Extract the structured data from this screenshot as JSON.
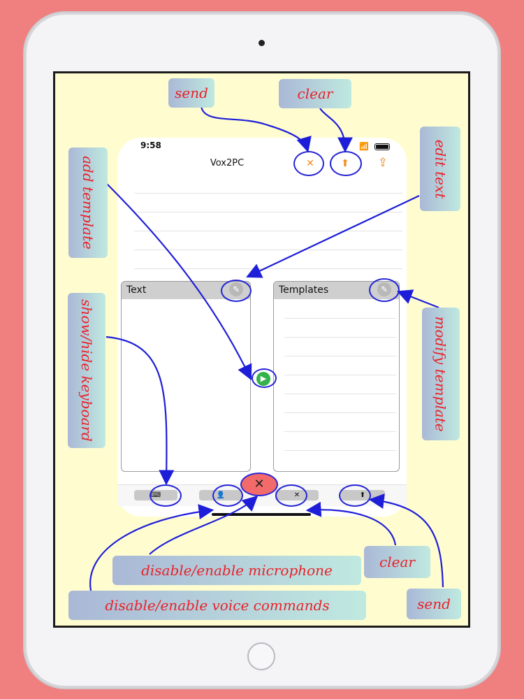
{
  "status": {
    "time": "9:58"
  },
  "nav": {
    "title": "Vox2PC",
    "send_icon": "x-icon",
    "clear_icon": "arrow-up-icon",
    "share_icon": "share-icon"
  },
  "panes": {
    "text_title": "Text",
    "templates_title": "Templates"
  },
  "toolbar": {
    "keyboard_icon": "keyboard-icon",
    "voice_icon": "voice-commands-icon",
    "mic_icon": "microphone-off-icon",
    "clear_icon": "x-icon",
    "send_icon": "arrow-up-icon"
  },
  "annotations": {
    "send_top": "send",
    "clear_top": "clear",
    "edit_text": "edit text",
    "add_template": "add template",
    "show_hide_keyboard": "show/hide keyboard",
    "modify_template": "modify template",
    "mic": "disable/enable microphone",
    "voice": "disable/enable voice commands",
    "clear_bottom": "clear",
    "send_bottom": "send"
  }
}
